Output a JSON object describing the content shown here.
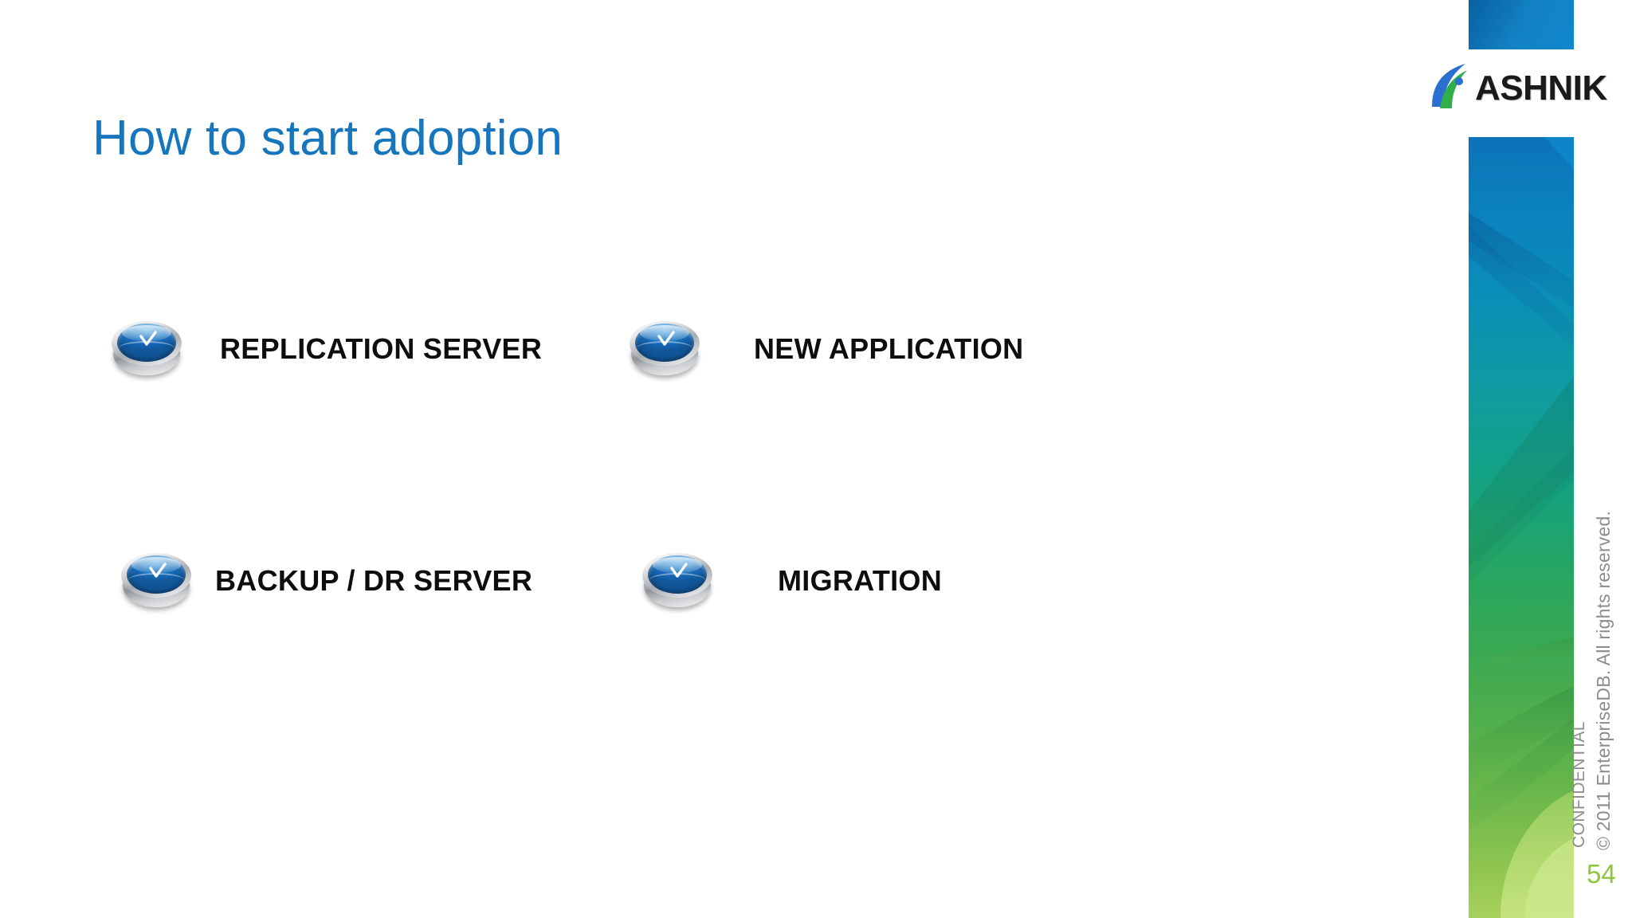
{
  "slide": {
    "title": "How to start adoption",
    "background_color": "#ffffff",
    "title_color": "#1576BE",
    "page_number": "54"
  },
  "brand": {
    "logo_text": "ASHNIK",
    "logo_mark_icon": "ashnik-swoosh-icon",
    "accent_blue": "#1576BE",
    "accent_green": "#2FAE4A"
  },
  "items": [
    {
      "label": "REPLICATION SERVER",
      "bullet_icon": "blue-disc-check-icon"
    },
    {
      "label": "NEW APPLICATION",
      "bullet_icon": "blue-disc-check-icon"
    },
    {
      "label": "BACKUP / DR SERVER",
      "bullet_icon": "blue-disc-check-icon"
    },
    {
      "label": "MIGRATION",
      "bullet_icon": "blue-disc-check-icon"
    }
  ],
  "footer": {
    "confidential": "CONFIDENTIAL",
    "copyright": "© 2011 EnterpriseDB. All rights reserved.",
    "page_number": "54",
    "page_number_color": "#8DC63F"
  },
  "decoration": {
    "strip_top_color": "#1281C4",
    "strip_gradient_start": "#0c73b8",
    "strip_gradient_end": "#a7d15c"
  }
}
